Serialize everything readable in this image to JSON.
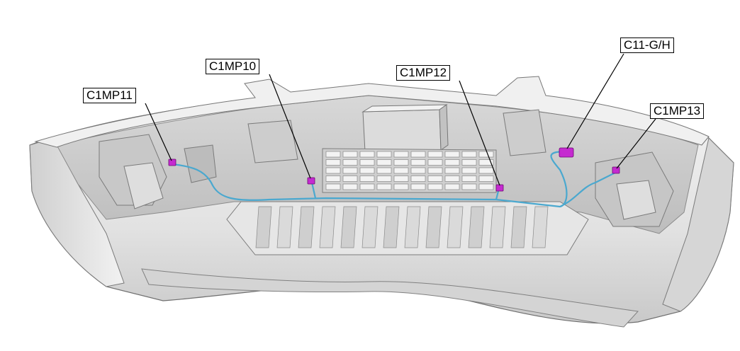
{
  "diagram": {
    "subject": "front-bumper-cover",
    "colors": {
      "bumper_fill": "#e9e9e9",
      "bumper_shadow": "#b8b8b8",
      "bumper_edge": "#6f6f6f",
      "harness": "#4aa8cf",
      "connector": "#c52ad0",
      "leader": "#000000"
    },
    "callouts": [
      {
        "id": "c1mp11",
        "label": "C1MP11"
      },
      {
        "id": "c1mp10",
        "label": "C1MP10"
      },
      {
        "id": "c1mp12",
        "label": "C1MP12"
      },
      {
        "id": "c11gh",
        "label": "C11-G/H"
      },
      {
        "id": "c1mp13",
        "label": "C1MP13"
      }
    ]
  }
}
